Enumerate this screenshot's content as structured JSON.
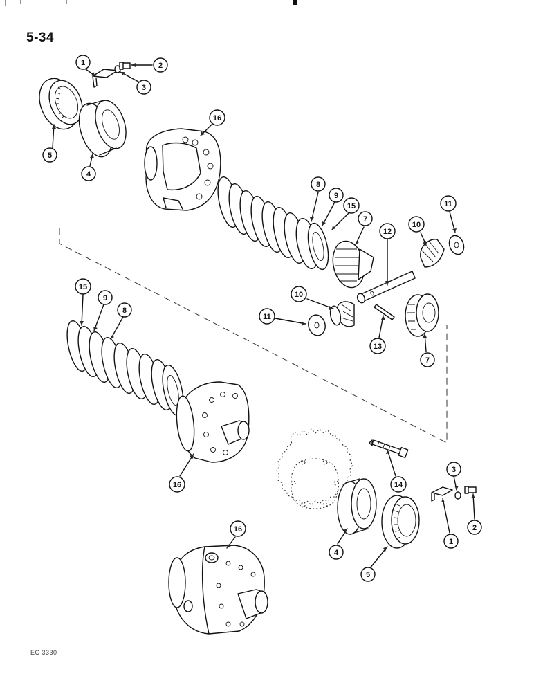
{
  "page": {
    "number": "5-34",
    "catalog_code": "EC 3330"
  },
  "callouts": [
    {
      "id": "c1-top",
      "label": "1"
    },
    {
      "id": "c2-top",
      "label": "2"
    },
    {
      "id": "c3-top",
      "label": "3"
    },
    {
      "id": "c5-top",
      "label": "5"
    },
    {
      "id": "c4-top",
      "label": "4"
    },
    {
      "id": "c16-top",
      "label": "16"
    },
    {
      "id": "c8-top",
      "label": "8"
    },
    {
      "id": "c9-top",
      "label": "9"
    },
    {
      "id": "c15-top",
      "label": "15"
    },
    {
      "id": "c7-top",
      "label": "7"
    },
    {
      "id": "c12",
      "label": "12"
    },
    {
      "id": "c10-right",
      "label": "10"
    },
    {
      "id": "c11-right",
      "label": "11"
    },
    {
      "id": "c10-left",
      "label": "10"
    },
    {
      "id": "c11-left",
      "label": "11"
    },
    {
      "id": "c13",
      "label": "13"
    },
    {
      "id": "c7-bottom",
      "label": "7"
    },
    {
      "id": "c15-left",
      "label": "15"
    },
    {
      "id": "c9-left",
      "label": "9"
    },
    {
      "id": "c8-left",
      "label": "8"
    },
    {
      "id": "c16-mid",
      "label": "16"
    },
    {
      "id": "c14",
      "label": "14"
    },
    {
      "id": "c3-bottom",
      "label": "3"
    },
    {
      "id": "c2-bottom",
      "label": "2"
    },
    {
      "id": "c1-bottom",
      "label": "1"
    },
    {
      "id": "c4-bottom",
      "label": "4"
    },
    {
      "id": "c5-bottom",
      "label": "5"
    },
    {
      "id": "c16-bottom",
      "label": "16"
    }
  ]
}
